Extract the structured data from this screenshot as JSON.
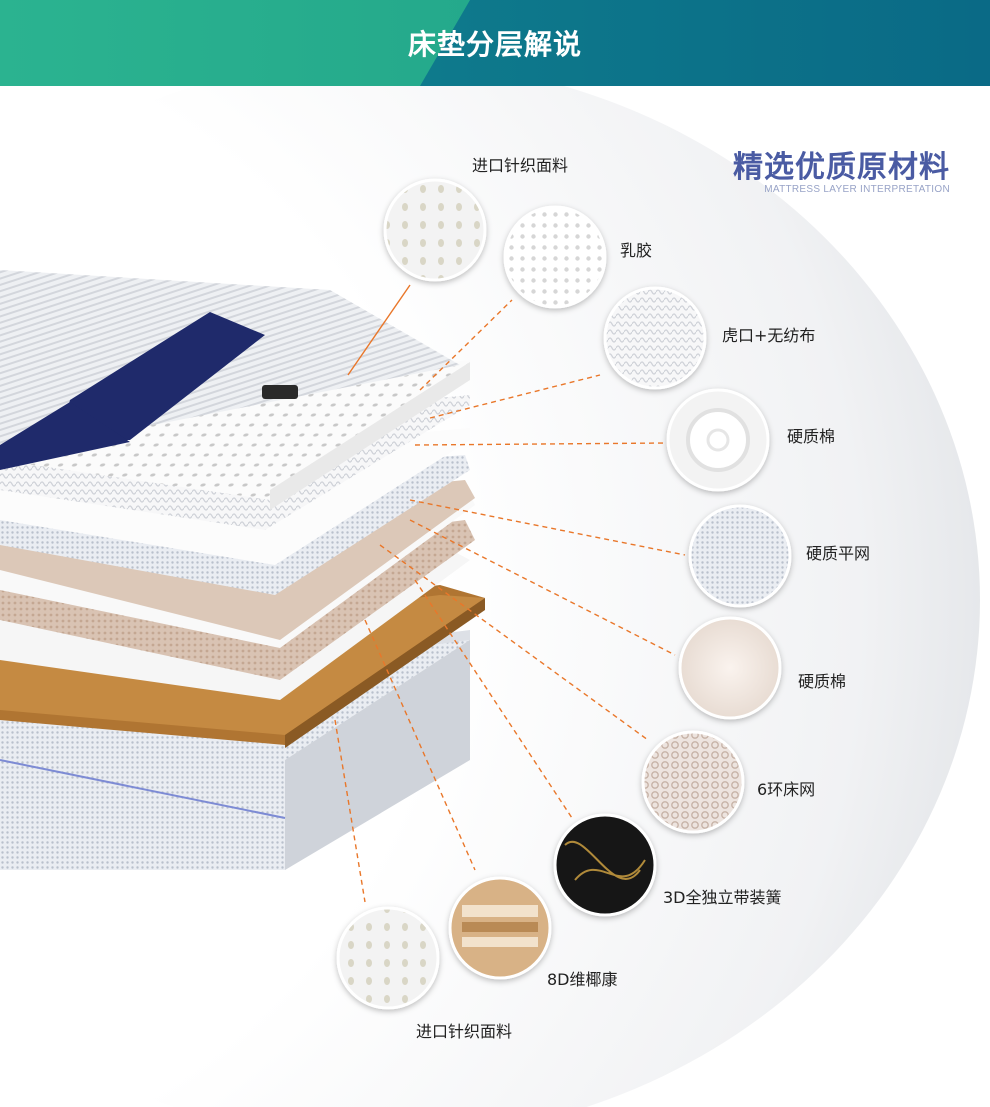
{
  "banner": {
    "title": "床垫分层解说",
    "colors": {
      "left": "#23ad8c",
      "right": "#0b6f88"
    }
  },
  "heading": {
    "title": "精选优质原材料",
    "subtitle": "MATTRESS LAYER INTERPRETATION"
  },
  "layers": [
    {
      "label": "进口针织面料",
      "swatch": "knit-fabric"
    },
    {
      "label": "乳胶",
      "swatch": "latex"
    },
    {
      "label": "虎口+无纺布",
      "swatch": "non-woven"
    },
    {
      "label": "硬质棉",
      "swatch": "hard-cotton-roll"
    },
    {
      "label": "硬质平网",
      "swatch": "flat-mesh"
    },
    {
      "label": "硬质棉",
      "swatch": "hard-cotton-sheet"
    },
    {
      "label": "6环床网",
      "swatch": "ring-mesh"
    },
    {
      "label": "3D全独立带装簧",
      "swatch": "pocket-springs"
    },
    {
      "label": "8D维椰康",
      "swatch": "coconut-fiber"
    },
    {
      "label": "进口针织面料",
      "swatch": "knit-fabric"
    }
  ],
  "colors": {
    "accent": "#4a5ba3",
    "leader": "#e9772a"
  }
}
